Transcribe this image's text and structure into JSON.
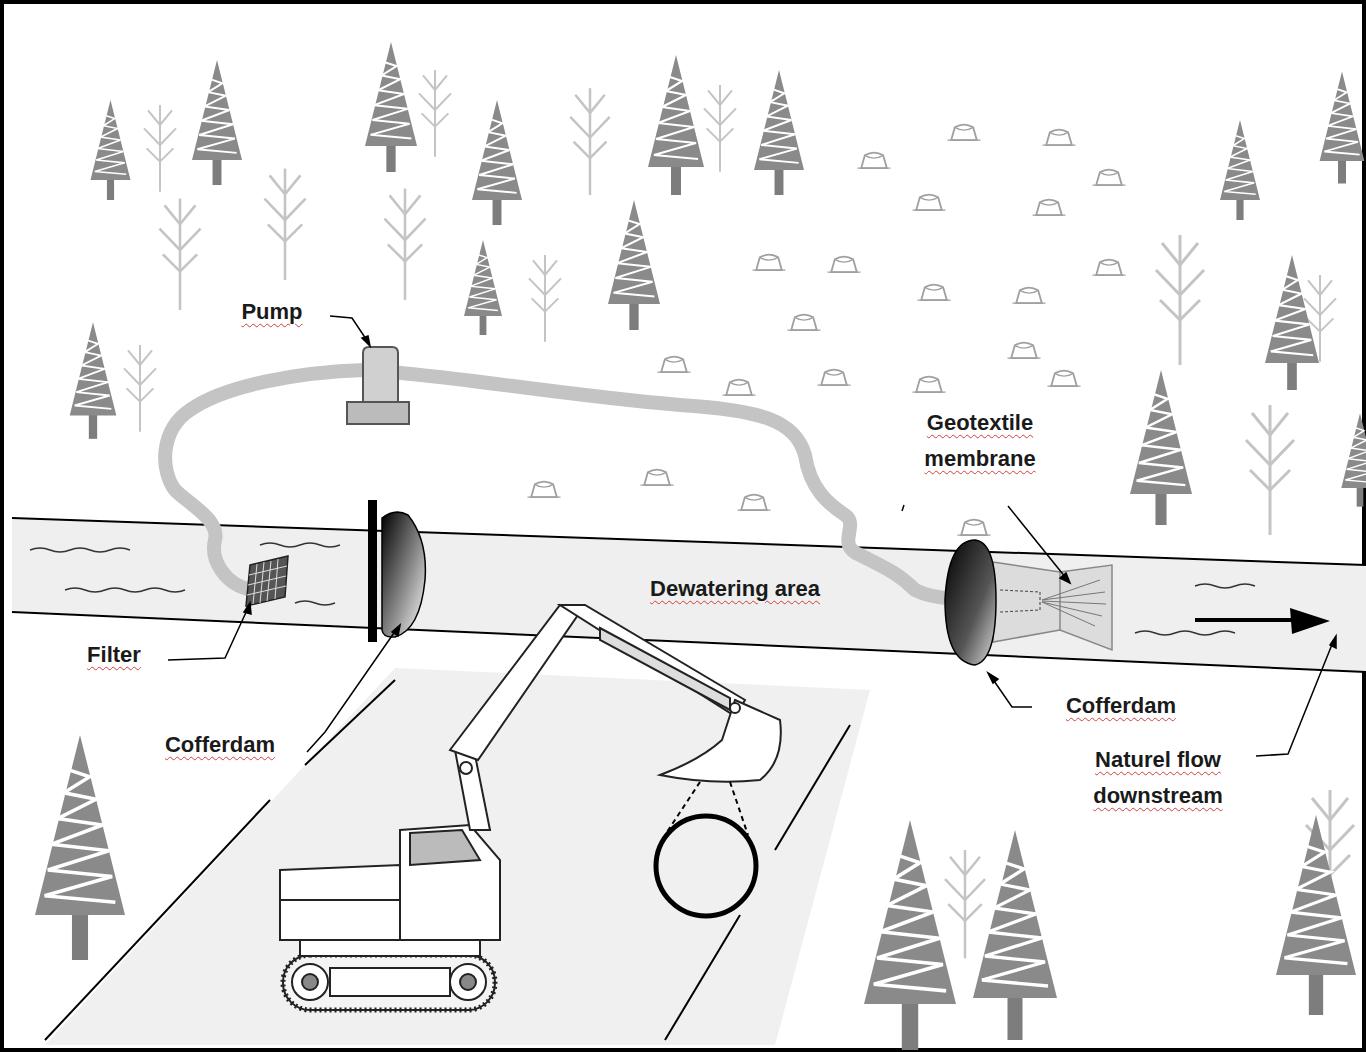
{
  "diagram": {
    "labels": [
      "Pump",
      "Geotextile membrane",
      "Filter",
      "Cofferdam",
      "Dewatering area",
      "Cofferdam",
      "Naturel flow downstream"
    ]
  }
}
